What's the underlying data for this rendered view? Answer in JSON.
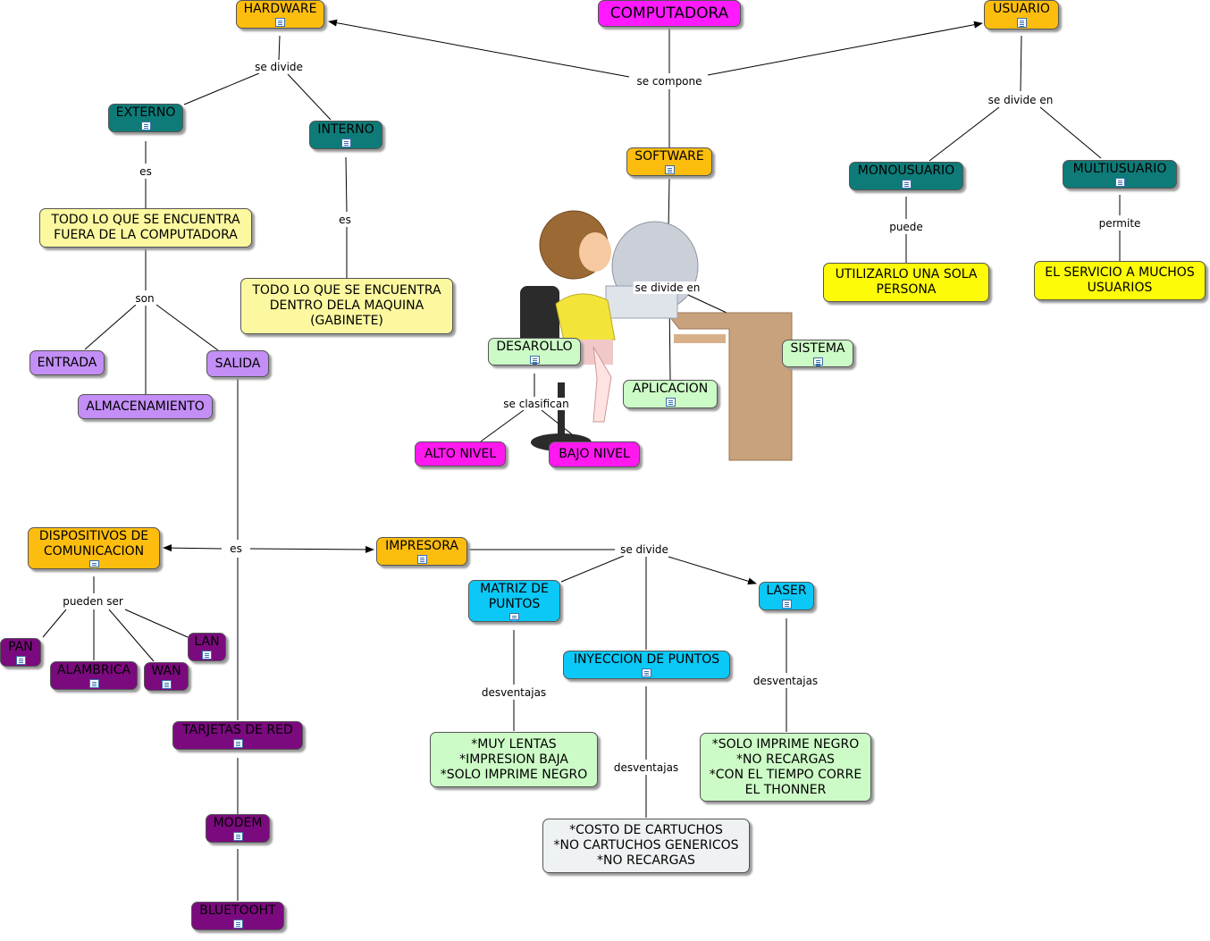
{
  "nodes": {
    "computadora": "COMPUTADORA",
    "hardware": "HARDWARE",
    "usuario": "USUARIO",
    "externo": "EXTERNO",
    "interno": "INTERNO",
    "software": "SOFTWARE",
    "monousuario": "MONOUSUARIO",
    "multiusuario": "MULTIUSUARIO",
    "todo_fuera": "TODO LO QUE SE ENCUENTRA\nFUERA DE LA COMPUTADORA",
    "todo_dentro": "TODO LO QUE SE ENCUENTRA\nDENTRO DELA MAQUINA\n(GABINETE)",
    "utilizarlo": "UTILIZARLO UNA SOLA\nPERSONA",
    "servicio": "EL SERVICIO A MUCHOS\nUSUARIOS",
    "entrada": "ENTRADA",
    "salida": "SALIDA",
    "almacenamiento": "ALMACENAMIENTO",
    "desarollo": "DESAROLLO",
    "sistema": "SISTEMA",
    "aplicacion": "APLICACION",
    "alto_nivel": "ALTO NIVEL",
    "bajo_nivel": "BAJO NIVEL",
    "dispositivos": "DISPOSITIVOS DE\nCOMUNICACION",
    "impresora": "IMPRESORA",
    "matriz": "MATRIZ DE\nPUNTOS",
    "laser": "LASER",
    "inyeccion": "INYECCION DE PUNTOS",
    "pan": "PAN",
    "alambrica": "ALAMBRICA",
    "wan": "WAN",
    "lan": "LAN",
    "tarjetas": "TARJETAS DE RED",
    "modem": "MODEM",
    "bluetooht": "BLUETOOHT",
    "matriz_desv": "*MUY LENTAS\n*IMPRESION BAJA\n*SOLO IMPRIME NEGRO",
    "laser_desv": "*SOLO IMPRIME NEGRO\n*NO RECARGAS\n*CON EL TIEMPO CORRE\nEL THONNER",
    "inyeccion_desv": "*COSTO DE CARTUCHOS\n*NO CARTUCHOS GENERICOS\n*NO RECARGAS"
  },
  "phrases": {
    "se_compone": "se compone",
    "hw_se_divide": "se divide",
    "us_se_divide_en": "se divide en",
    "externo_es": "es",
    "interno_es": "es",
    "puede": "puede",
    "permite": "permite",
    "son": "son",
    "sw_se_divide_en": "se divide en",
    "se_clasifican": "se clasifican",
    "salida_es": "es",
    "pueden_ser": "pueden ser",
    "imp_se_divide": "se divide",
    "desv_matriz": "desventajas",
    "desv_inyeccion": "desventajas",
    "desv_laser": "desventajas"
  },
  "colors": {
    "orange": "#fdbd0f",
    "magenta": "#ff19ff",
    "teal": "#0e7b78",
    "yellow": "#fbf8a0",
    "bright_yellow": "#fdfb07",
    "lavender": "#c38ef5",
    "mint": "#cdfbc7",
    "purple": "#7b0a7e",
    "cyan": "#0bc8f6",
    "grey": "#eef2f3"
  },
  "icons": {
    "resource": "document-resource-icon",
    "illustration": "child-at-computer-illustration"
  }
}
